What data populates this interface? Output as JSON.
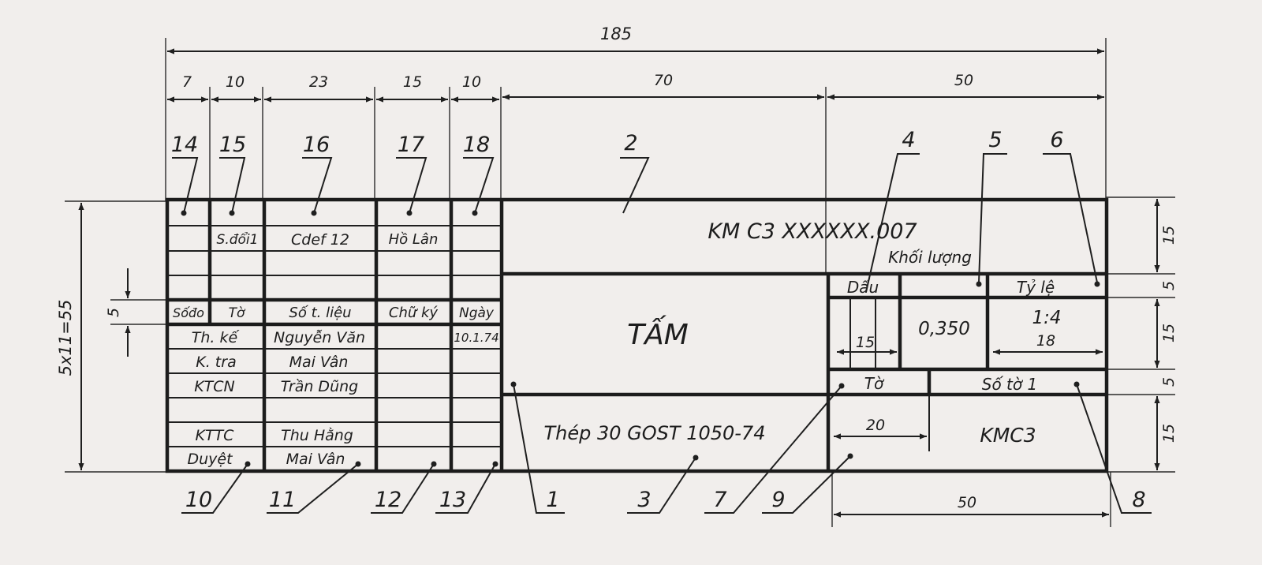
{
  "dimensions": {
    "overall_width": "185",
    "col_7": "7",
    "col_10a": "10",
    "col_23": "23",
    "col_15": "15",
    "col_10b": "10",
    "col_70": "70",
    "col_50_top": "50",
    "height_total": "5x11=55",
    "row_5": "5",
    "right_15a": "15",
    "right_5a": "5",
    "right_15b": "15",
    "right_5b": "5",
    "right_15c": "15",
    "inner_15": "15",
    "inner_18": "18",
    "inner_20": "20",
    "bottom_50": "50"
  },
  "callouts": {
    "n1": "1",
    "n2": "2",
    "n3": "3",
    "n4": "4",
    "n5": "5",
    "n6": "6",
    "n7": "7",
    "n8": "8",
    "n9": "9",
    "n10": "10",
    "n11": "11",
    "n12": "12",
    "n13": "13",
    "n14": "14",
    "n15": "15",
    "n16": "16",
    "n17": "17",
    "n18": "18"
  },
  "title_block": {
    "document_code": "KM C3  XXXXXX.007",
    "part_name": "TẤM",
    "material": "Thép 30 GOST  1050-74",
    "sheet_code": "KMC3",
    "header_mark": "Dấu",
    "header_mass": "Khối lượng",
    "header_scale": "Tỷ lệ",
    "mass_value": "0,350",
    "scale_value": "1:4",
    "sheet_label": "Tờ",
    "sheets_label": "Số tờ 1"
  },
  "change_table": {
    "row_values": {
      "col2": "S.đổi1",
      "col3": "Cdef 12",
      "col4": "Hồ Lân"
    },
    "headers": {
      "h1": "Sốđo",
      "h2": "Tờ",
      "h3": "Số t. liệu",
      "h4": "Chữ ký",
      "h5": "Ngày"
    }
  },
  "signatures": {
    "r1_role": "Th. kế",
    "r1_name": "Nguyễn Văn",
    "r1_date": "10.1.74",
    "r2_role": "K. tra",
    "r2_name": "Mai Vân",
    "r3_role": "KTCN",
    "r3_name": "Trần Dũng",
    "r5_role": "KTTC",
    "r5_name": "Thu Hằng",
    "r6_role": "Duyệt",
    "r6_name": "Mai Vân"
  }
}
